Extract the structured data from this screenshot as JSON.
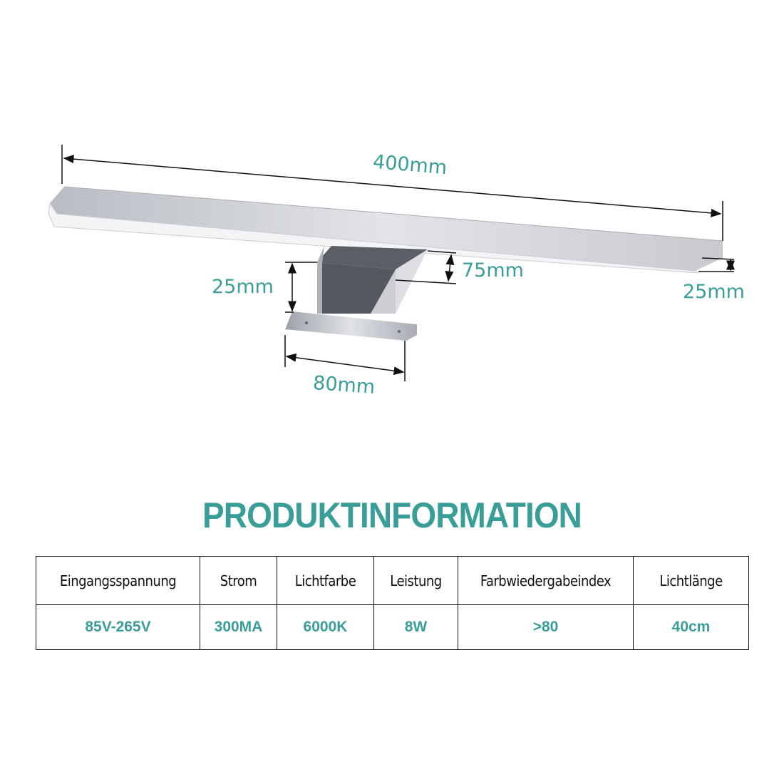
{
  "dimensions": {
    "length": "400mm",
    "bracket_depth": "75mm",
    "bracket_height": "25mm",
    "bar_height": "25mm",
    "base_width": "80mm"
  },
  "colors": {
    "accent": "#3a9e98",
    "text": "#111111"
  },
  "section_title": "PRODUKTINFORMATION",
  "table": {
    "headers": [
      "Eingangsspannung",
      "Strom",
      "Lichtfarbe",
      "Leistung",
      "Farbwiedergabeindex",
      "Lichtlänge"
    ],
    "values": [
      "85V-265V",
      "300MA",
      "6000K",
      "8W",
      ">80",
      "40cm"
    ]
  }
}
